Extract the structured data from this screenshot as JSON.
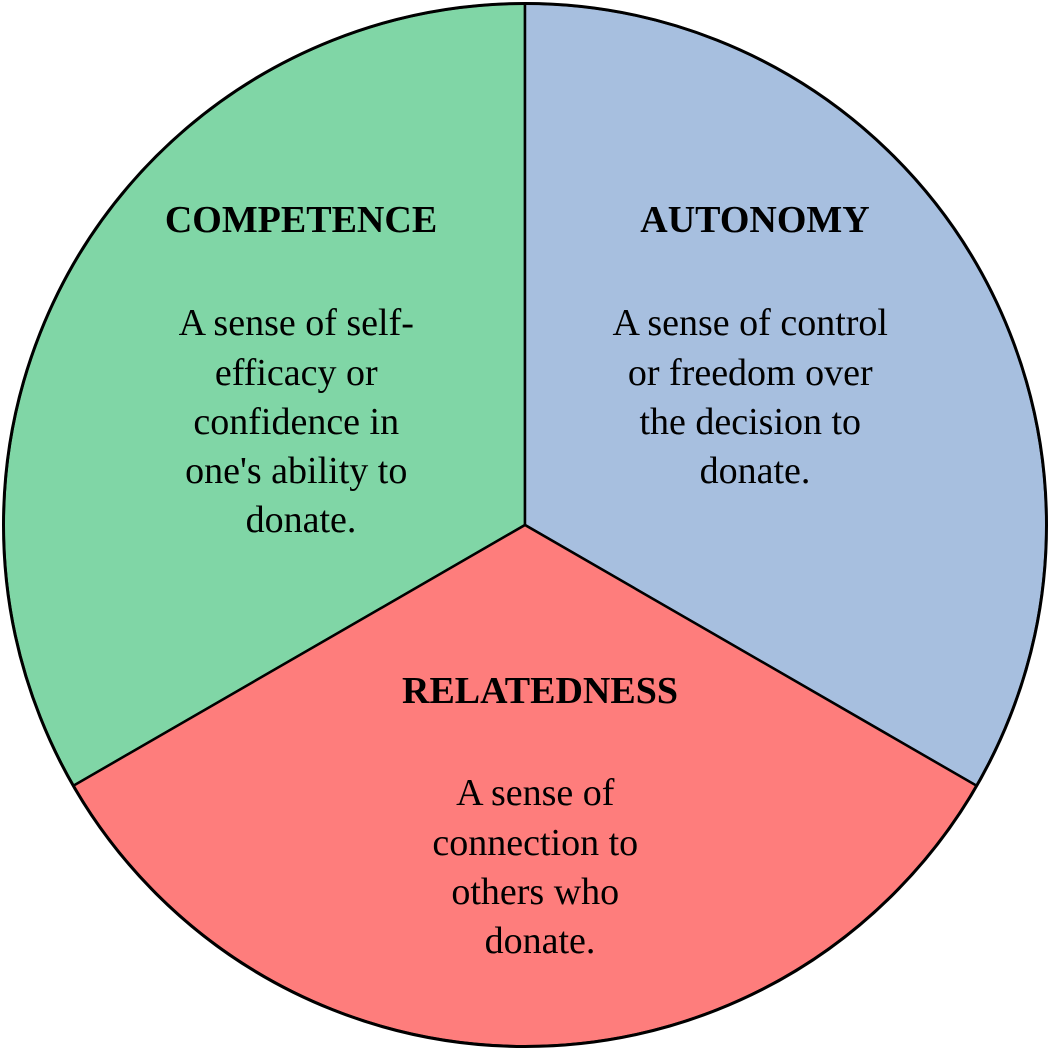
{
  "segments": [
    {
      "title": "COMPETENCE",
      "lines": [
        "A sense of self-",
        "efficacy or",
        "confidence in",
        "one's ability to",
        "donate."
      ],
      "color": "#80d6a6"
    },
    {
      "title": "AUTONOMY",
      "lines": [
        "A sense of control",
        "or freedom over",
        "the decision to",
        "donate."
      ],
      "color": "#a7bfdf"
    },
    {
      "title": "RELATEDNESS",
      "lines": [
        "A sense of",
        "connection to",
        "others who",
        "donate."
      ],
      "color": "#fe7d7c"
    }
  ],
  "outline_color": "#000000"
}
